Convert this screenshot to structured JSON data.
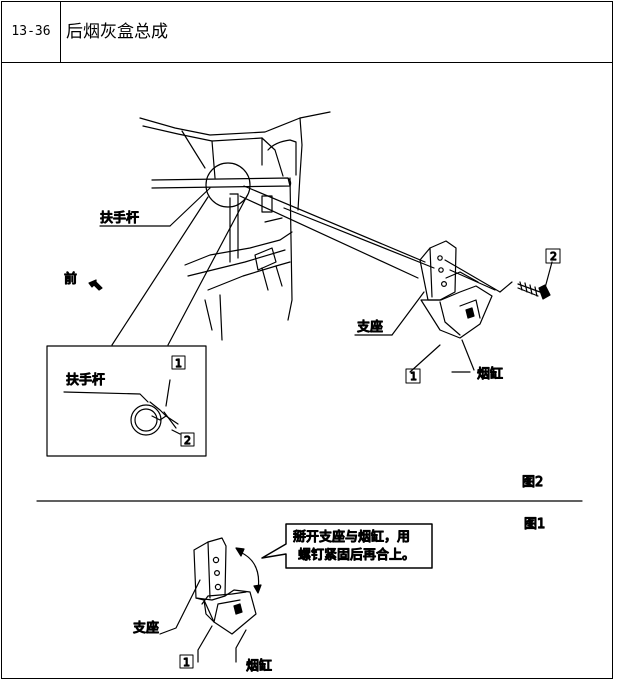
{
  "header": {
    "code": "13-36",
    "title": "后烟灰盒总成"
  },
  "figure2": {
    "handrail_label": "扶手杆",
    "front_label": "前",
    "bracket_label": "支座",
    "ashtray_label": "烟缸",
    "callout_1": "1",
    "callout_2": "2",
    "inset_handrail_label": "扶手杆",
    "inset_callout_1": "1",
    "inset_callout_2": "2",
    "caption": "图2"
  },
  "figure1": {
    "caption": "图1",
    "note_line1": "掰开支座与烟缸，用",
    "note_line2": "螺钉紧固后再合上。",
    "bracket_label": "支座",
    "ashtray_label": "烟缸",
    "callout_1": "1"
  }
}
